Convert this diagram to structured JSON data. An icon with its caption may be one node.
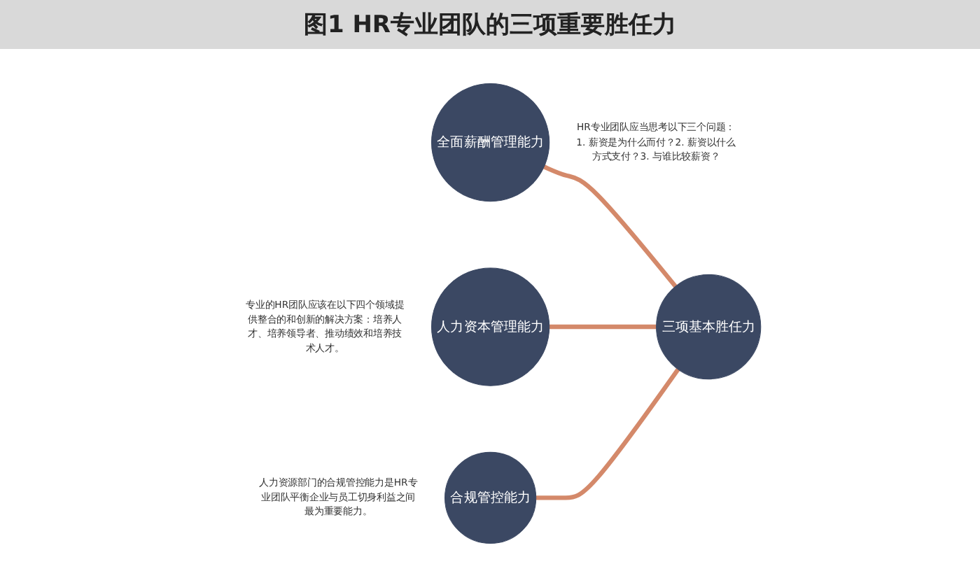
{
  "diagram": {
    "title": "图1 HR专业团队的三项重要胜任力",
    "nodes": [
      {
        "text": [
          "三项基本胜任力"
        ]
      },
      {
        "text": [
          "全面薪酬管理能力"
        ],
        "beside": [
          "HR专业团队应当思考以下三个问题：1. 薪资是为什么而付？2. 薪资以什么方式支付？3. 与谁比较薪资？"
        ]
      },
      {
        "text": [
          "人力资本管理能力"
        ],
        "beside": [
          "专业的HR团队应该在以下四个领域提供整合的和创新的解决方案：培养人才、培养领导者、推动绩效和培养技术人才。"
        ]
      },
      {
        "text": [
          "合规管控能力"
        ],
        "beside": [
          "人力资源部门的合规管控能力是HR专业团队平衡企业与员工切身利益之间最为重要能力。"
        ]
      }
    ],
    "edges": [
      {
        "from": 1,
        "to": 0,
        "arrow": "none"
      },
      {
        "from": 2,
        "to": 0,
        "arrow": "none"
      },
      {
        "from": 3,
        "to": 0,
        "arrow": "none"
      }
    ]
  }
}
